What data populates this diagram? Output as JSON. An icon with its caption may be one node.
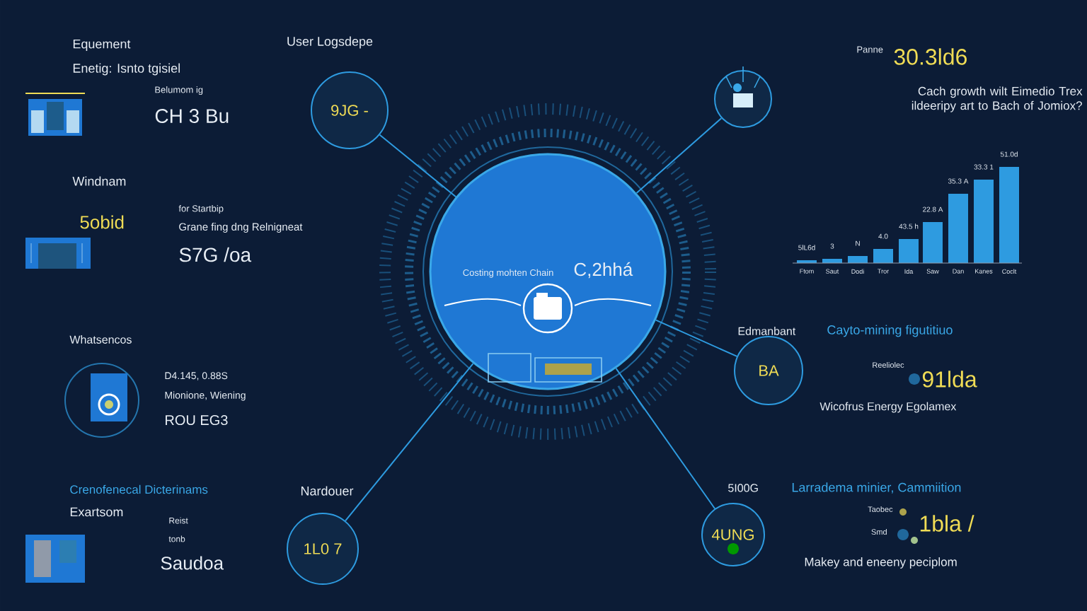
{
  "diagram": {
    "nodes": [
      {
        "text": [
          "User Logsdepe",
          "9JG -"
        ]
      },
      {
        "text": [],
        "shape": "circle"
      },
      {
        "text": [
          "Costing mohten Chain",
          "C,2hhá"
        ]
      },
      {
        "text": [
          "BA"
        ]
      },
      {
        "text": [
          "Nardouer",
          "1L0 7"
        ]
      },
      {
        "text": [
          "4UNG"
        ]
      }
    ],
    "edges": [
      {
        "from": 0,
        "to": 2,
        "arrow": "none"
      },
      {
        "from": 1,
        "to": 2,
        "arrow": "none"
      },
      {
        "from": 3,
        "to": 2,
        "arrow": "none"
      },
      {
        "from": 4,
        "to": 2,
        "arrow": "none"
      },
      {
        "from": 5,
        "to": 2,
        "arrow": "none"
      }
    ],
    "labels": [
      "Equement",
      "Enetig: Isnto tgisiel",
      "Belumom ig",
      "CH 3 Bu",
      "Panne",
      "30.3ld6",
      "Cach growth wilt Eimedio Trex ildeeripy art to Bach of Jomiox?",
      "Windnam",
      "5obid",
      "for Startbip",
      "Grane fing dng Relnigneat",
      "S7G /oa",
      "5lL6d",
      "3",
      "N",
      "4.0",
      "43.5 h",
      "22.8 A",
      "35.3 A",
      "33.3 1",
      "51.0d",
      "Ftom",
      "Saut",
      "Dodi",
      "Tror",
      "Ida",
      "Saw",
      "Dan",
      "Kanes",
      "Coclt",
      "Whatsencos",
      "D4.145, 0.88S",
      "Mionione, Wiening",
      "ROU EG3",
      "Edmanbant",
      "Cayto-mining figutitiuo",
      "Reeliolec",
      "91lda",
      "Wicofrus Energy Egolamex",
      "Crenofenecal Dicterinams",
      "Exartsom",
      "Reist",
      "tonb",
      "Saudoa",
      "5I00G",
      "Larradema minier, Cammiition",
      "Taobec",
      "Smd",
      "1bla /",
      "Makey and eneeny peciplom"
    ]
  }
}
